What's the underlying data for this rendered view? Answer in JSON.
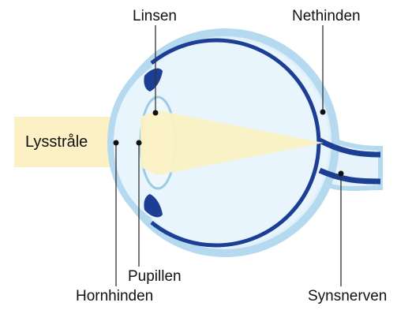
{
  "diagram": {
    "labels": {
      "linsen": "Linsen",
      "nethinden": "Nethinden",
      "lysstrale": "Lysstråle",
      "pupillen": "Pupillen",
      "hornhinden": "Hornhinden",
      "synsnerven": "Synsnerven"
    },
    "colors": {
      "light_beam": "#fbf1c4",
      "eye_fill": "#e6f3fb",
      "sclera_outline": "#b5d9ef",
      "retina": "#1c3f95",
      "lens_outline": "#9ccbe6",
      "lens_fill": "#eef7fc",
      "leader_line": "#333333"
    }
  }
}
